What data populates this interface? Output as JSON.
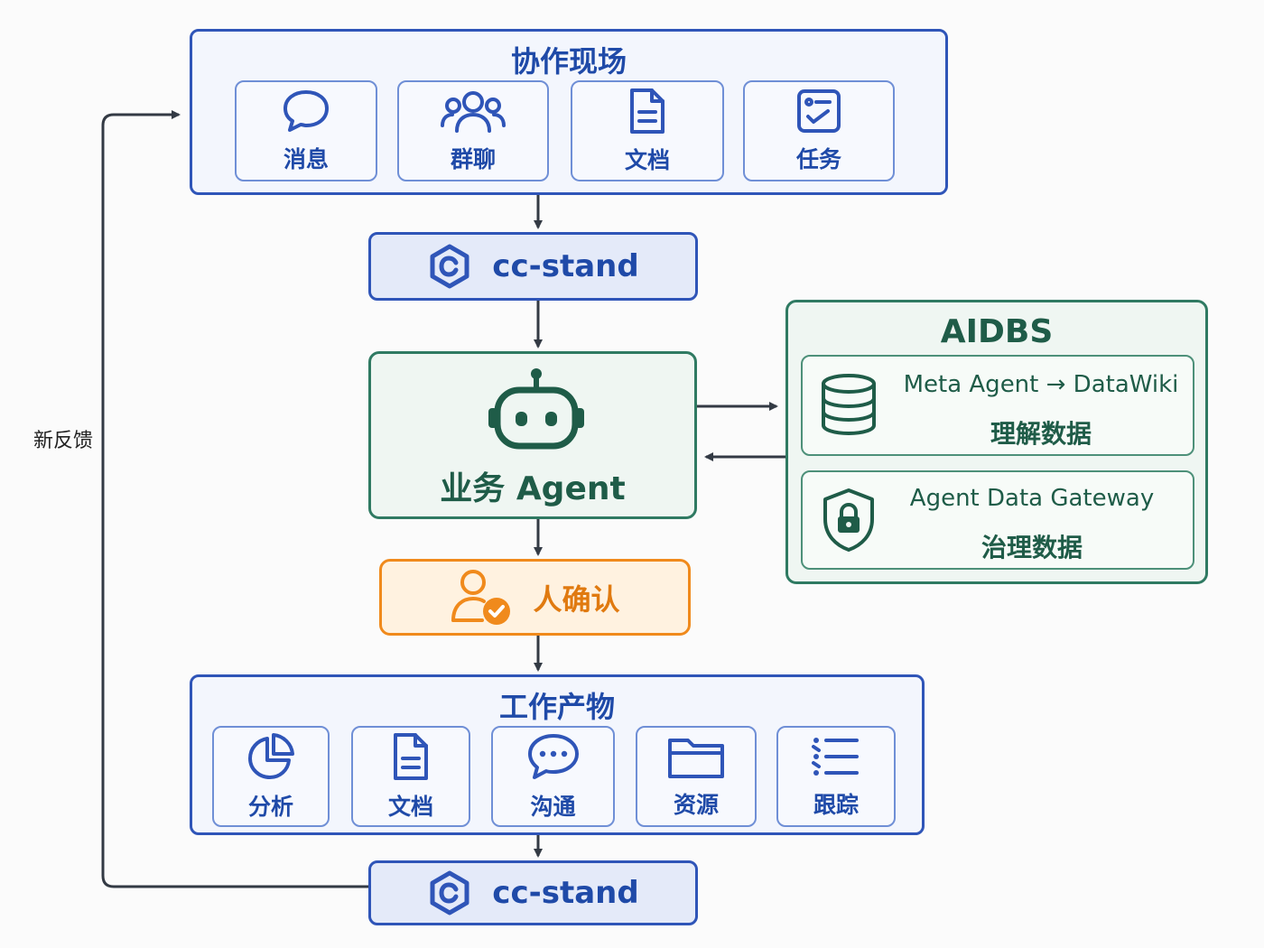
{
  "collab": {
    "title": "协作现场",
    "items": [
      {
        "label": "消息",
        "icon": "chat-bubble-icon"
      },
      {
        "label": "群聊",
        "icon": "group-users-icon"
      },
      {
        "label": "文档",
        "icon": "document-icon"
      },
      {
        "label": "任务",
        "icon": "task-checklist-icon"
      }
    ]
  },
  "stand_top": {
    "label": "cc-stand",
    "icon": "cc-stand-logo-icon"
  },
  "agent": {
    "label": "业务 Agent",
    "icon": "robot-icon"
  },
  "aidbs": {
    "title": "AIDBS",
    "cards": [
      {
        "line1": "Meta Agent → DataWiki",
        "line2": "理解数据",
        "icon": "database-icon"
      },
      {
        "line1": "Agent Data Gateway",
        "line2": "治理数据",
        "icon": "shield-lock-icon"
      }
    ]
  },
  "confirm": {
    "label": "人确认",
    "icon": "user-check-icon"
  },
  "output": {
    "title": "工作产物",
    "items": [
      {
        "label": "分析",
        "icon": "pie-chart-icon"
      },
      {
        "label": "文档",
        "icon": "document-icon"
      },
      {
        "label": "沟通",
        "icon": "chat-dots-icon"
      },
      {
        "label": "资源",
        "icon": "folder-icon"
      },
      {
        "label": "跟踪",
        "icon": "tracking-list-icon"
      }
    ]
  },
  "stand_bottom": {
    "label": "cc-stand",
    "icon": "cc-stand-logo-icon"
  },
  "feedback": {
    "label": "新反馈"
  },
  "colors": {
    "blue": "#2f55b8",
    "green": "#2f7a62",
    "orange": "#f08a1c",
    "arrow": "#333a44"
  }
}
